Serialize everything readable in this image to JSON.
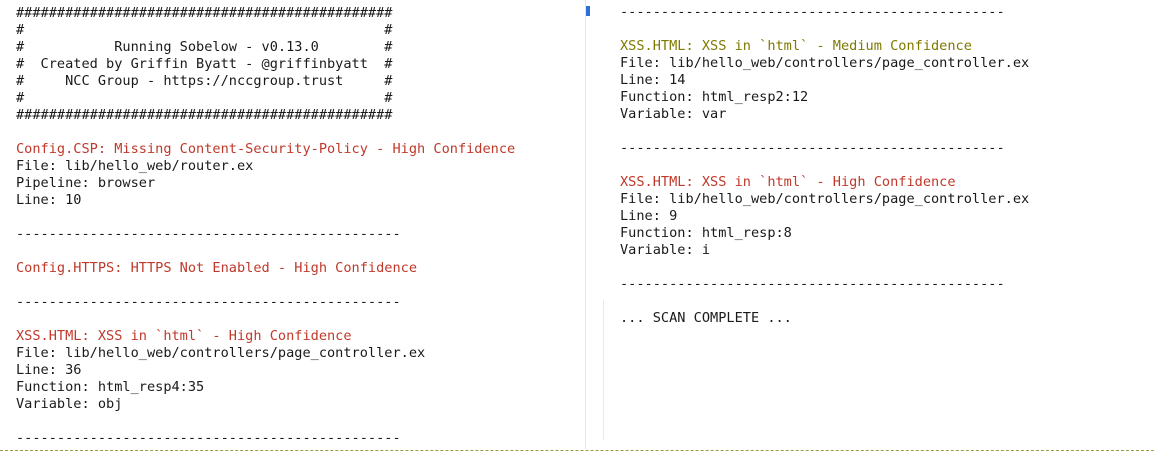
{
  "left_pane": {
    "lines": [
      {
        "text": "##############################################",
        "color": "default"
      },
      {
        "text": "#                                            #",
        "color": "default"
      },
      {
        "text": "#           Running Sobelow - v0.13.0        #",
        "color": "default"
      },
      {
        "text": "#  Created by Griffin Byatt - @griffinbyatt  #",
        "color": "default"
      },
      {
        "text": "#     NCC Group - https://nccgroup.trust     #",
        "color": "default"
      },
      {
        "text": "#                                            #",
        "color": "default"
      },
      {
        "text": "##############################################",
        "color": "default"
      },
      {
        "text": "",
        "color": "default"
      },
      {
        "text": "Config.CSP: Missing Content-Security-Policy - High Confidence",
        "color": "red"
      },
      {
        "text": "File: lib/hello_web/router.ex",
        "color": "default"
      },
      {
        "text": "Pipeline: browser",
        "color": "default"
      },
      {
        "text": "Line: 10",
        "color": "default"
      },
      {
        "text": "",
        "color": "default"
      },
      {
        "text": "-----------------------------------------------",
        "color": "default"
      },
      {
        "text": "",
        "color": "default"
      },
      {
        "text": "Config.HTTPS: HTTPS Not Enabled - High Confidence",
        "color": "red"
      },
      {
        "text": "",
        "color": "default"
      },
      {
        "text": "-----------------------------------------------",
        "color": "default"
      },
      {
        "text": "",
        "color": "default"
      },
      {
        "text": "XSS.HTML: XSS in `html` - High Confidence",
        "color": "red"
      },
      {
        "text": "File: lib/hello_web/controllers/page_controller.ex",
        "color": "default"
      },
      {
        "text": "Line: 36",
        "color": "default"
      },
      {
        "text": "Function: html_resp4:35",
        "color": "default"
      },
      {
        "text": "Variable: obj",
        "color": "default"
      },
      {
        "text": "",
        "color": "default"
      },
      {
        "text": "-----------------------------------------------",
        "color": "default"
      }
    ]
  },
  "right_pane": {
    "lines": [
      {
        "text": "-----------------------------------------------",
        "color": "default"
      },
      {
        "text": "",
        "color": "default"
      },
      {
        "text": "XSS.HTML: XSS in `html` - Medium Confidence",
        "color": "olive"
      },
      {
        "text": "File: lib/hello_web/controllers/page_controller.ex",
        "color": "default"
      },
      {
        "text": "Line: 14",
        "color": "default"
      },
      {
        "text": "Function: html_resp2:12",
        "color": "default"
      },
      {
        "text": "Variable: var",
        "color": "default"
      },
      {
        "text": "",
        "color": "default"
      },
      {
        "text": "-----------------------------------------------",
        "color": "default"
      },
      {
        "text": "",
        "color": "default"
      },
      {
        "text": "XSS.HTML: XSS in `html` - High Confidence",
        "color": "red"
      },
      {
        "text": "File: lib/hello_web/controllers/page_controller.ex",
        "color": "default"
      },
      {
        "text": "Line: 9",
        "color": "default"
      },
      {
        "text": "Function: html_resp:8",
        "color": "default"
      },
      {
        "text": "Variable: i",
        "color": "default"
      },
      {
        "text": "",
        "color": "default"
      },
      {
        "text": "-----------------------------------------------",
        "color": "default"
      },
      {
        "text": "",
        "color": "default"
      },
      {
        "text": "... SCAN COMPLETE ...",
        "color": "default"
      }
    ]
  },
  "colors": {
    "default": "#1a1a1a",
    "red": "#c0392b",
    "olive": "#7f7a00"
  }
}
